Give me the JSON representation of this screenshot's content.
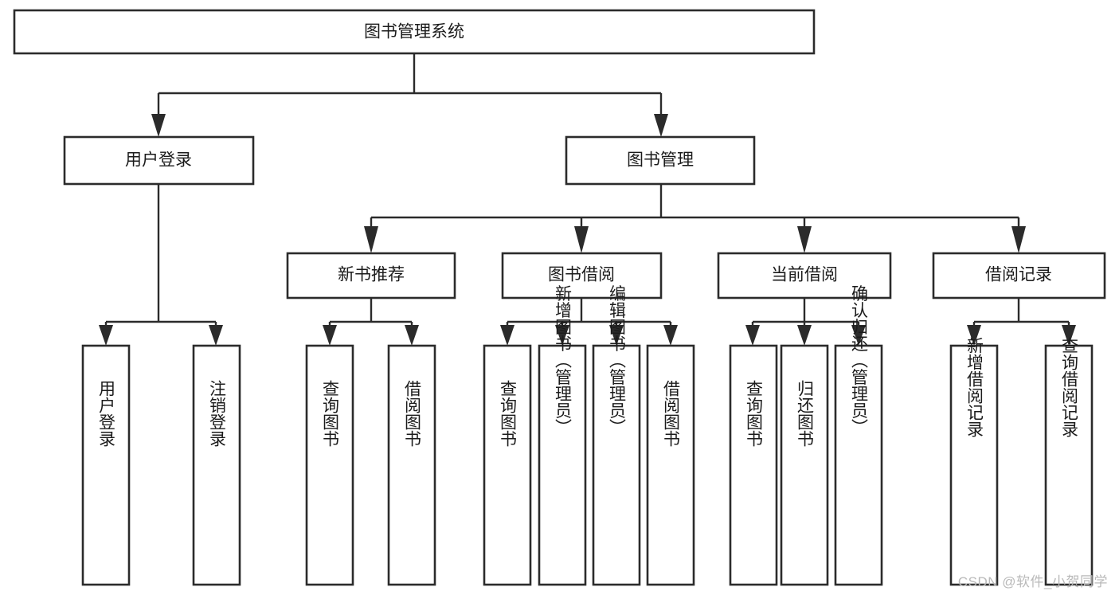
{
  "diagram": {
    "title": "图书管理系统",
    "type": "tree",
    "watermark": "CSDN @软件_小贺同学",
    "colors": {
      "box_stroke": "#2b2b2b",
      "box_fill": "#ffffff",
      "connector": "#2b2b2b",
      "label_text": "#1b1b1b",
      "watermark_text": "#b9b9b9",
      "background": "#ffffff"
    },
    "levels": {
      "root": "图书管理系统",
      "level2": [
        "用户登录",
        "图书管理"
      ],
      "level3": [
        "新书推荐",
        "图书借阅",
        "当前借阅",
        "借阅记录"
      ],
      "level4": [
        "用户登录",
        "注销登录",
        "查询图书",
        "借阅图书",
        "查询图书",
        "新增图书（管理员）",
        "编辑图书（管理员）",
        "借阅图书",
        "查询图书",
        "归还图书",
        "确认归还（管理员）",
        "新增借阅记录",
        "查询借阅记录"
      ]
    },
    "nodes": {
      "root": {
        "label": "图书管理系统"
      },
      "user_login": {
        "label": "用户登录"
      },
      "book_manage": {
        "label": "图书管理"
      },
      "new_book_rec": {
        "label": "新书推荐"
      },
      "book_borrow": {
        "label": "图书借阅"
      },
      "current_borrow": {
        "label": "当前借阅"
      },
      "borrow_record": {
        "label": "借阅记录"
      },
      "leaf_user_login": {
        "label": "用户登录"
      },
      "leaf_logout": {
        "label": "注销登录"
      },
      "leaf_query_book_1": {
        "label": "查询图书"
      },
      "leaf_borrow_book_1": {
        "label": "借阅图书"
      },
      "leaf_query_book_2": {
        "label": "查询图书"
      },
      "leaf_add_book": {
        "label": "新增图书（管理员）"
      },
      "leaf_edit_book": {
        "label": "编辑图书（管理员）"
      },
      "leaf_borrow_book_2": {
        "label": "借阅图书"
      },
      "leaf_query_book_3": {
        "label": "查询图书"
      },
      "leaf_return_book": {
        "label": "归还图书"
      },
      "leaf_confirm_return": {
        "label": "确认归还（管理员）"
      },
      "leaf_add_record": {
        "label": "新增借阅记录"
      },
      "leaf_query_record": {
        "label": "查询借阅记录"
      }
    },
    "edges": [
      {
        "from": "root",
        "to": "user_login"
      },
      {
        "from": "root",
        "to": "book_manage"
      },
      {
        "from": "user_login",
        "to": "leaf_user_login"
      },
      {
        "from": "user_login",
        "to": "leaf_logout"
      },
      {
        "from": "book_manage",
        "to": "new_book_rec"
      },
      {
        "from": "book_manage",
        "to": "book_borrow"
      },
      {
        "from": "book_manage",
        "to": "current_borrow"
      },
      {
        "from": "book_manage",
        "to": "borrow_record"
      },
      {
        "from": "new_book_rec",
        "to": "leaf_query_book_1"
      },
      {
        "from": "new_book_rec",
        "to": "leaf_borrow_book_1"
      },
      {
        "from": "book_borrow",
        "to": "leaf_query_book_2"
      },
      {
        "from": "book_borrow",
        "to": "leaf_add_book"
      },
      {
        "from": "book_borrow",
        "to": "leaf_edit_book"
      },
      {
        "from": "book_borrow",
        "to": "leaf_borrow_book_2"
      },
      {
        "from": "current_borrow",
        "to": "leaf_query_book_3"
      },
      {
        "from": "current_borrow",
        "to": "leaf_return_book"
      },
      {
        "from": "current_borrow",
        "to": "leaf_confirm_return"
      },
      {
        "from": "borrow_record",
        "to": "leaf_add_record"
      },
      {
        "from": "borrow_record",
        "to": "leaf_query_record"
      }
    ]
  }
}
